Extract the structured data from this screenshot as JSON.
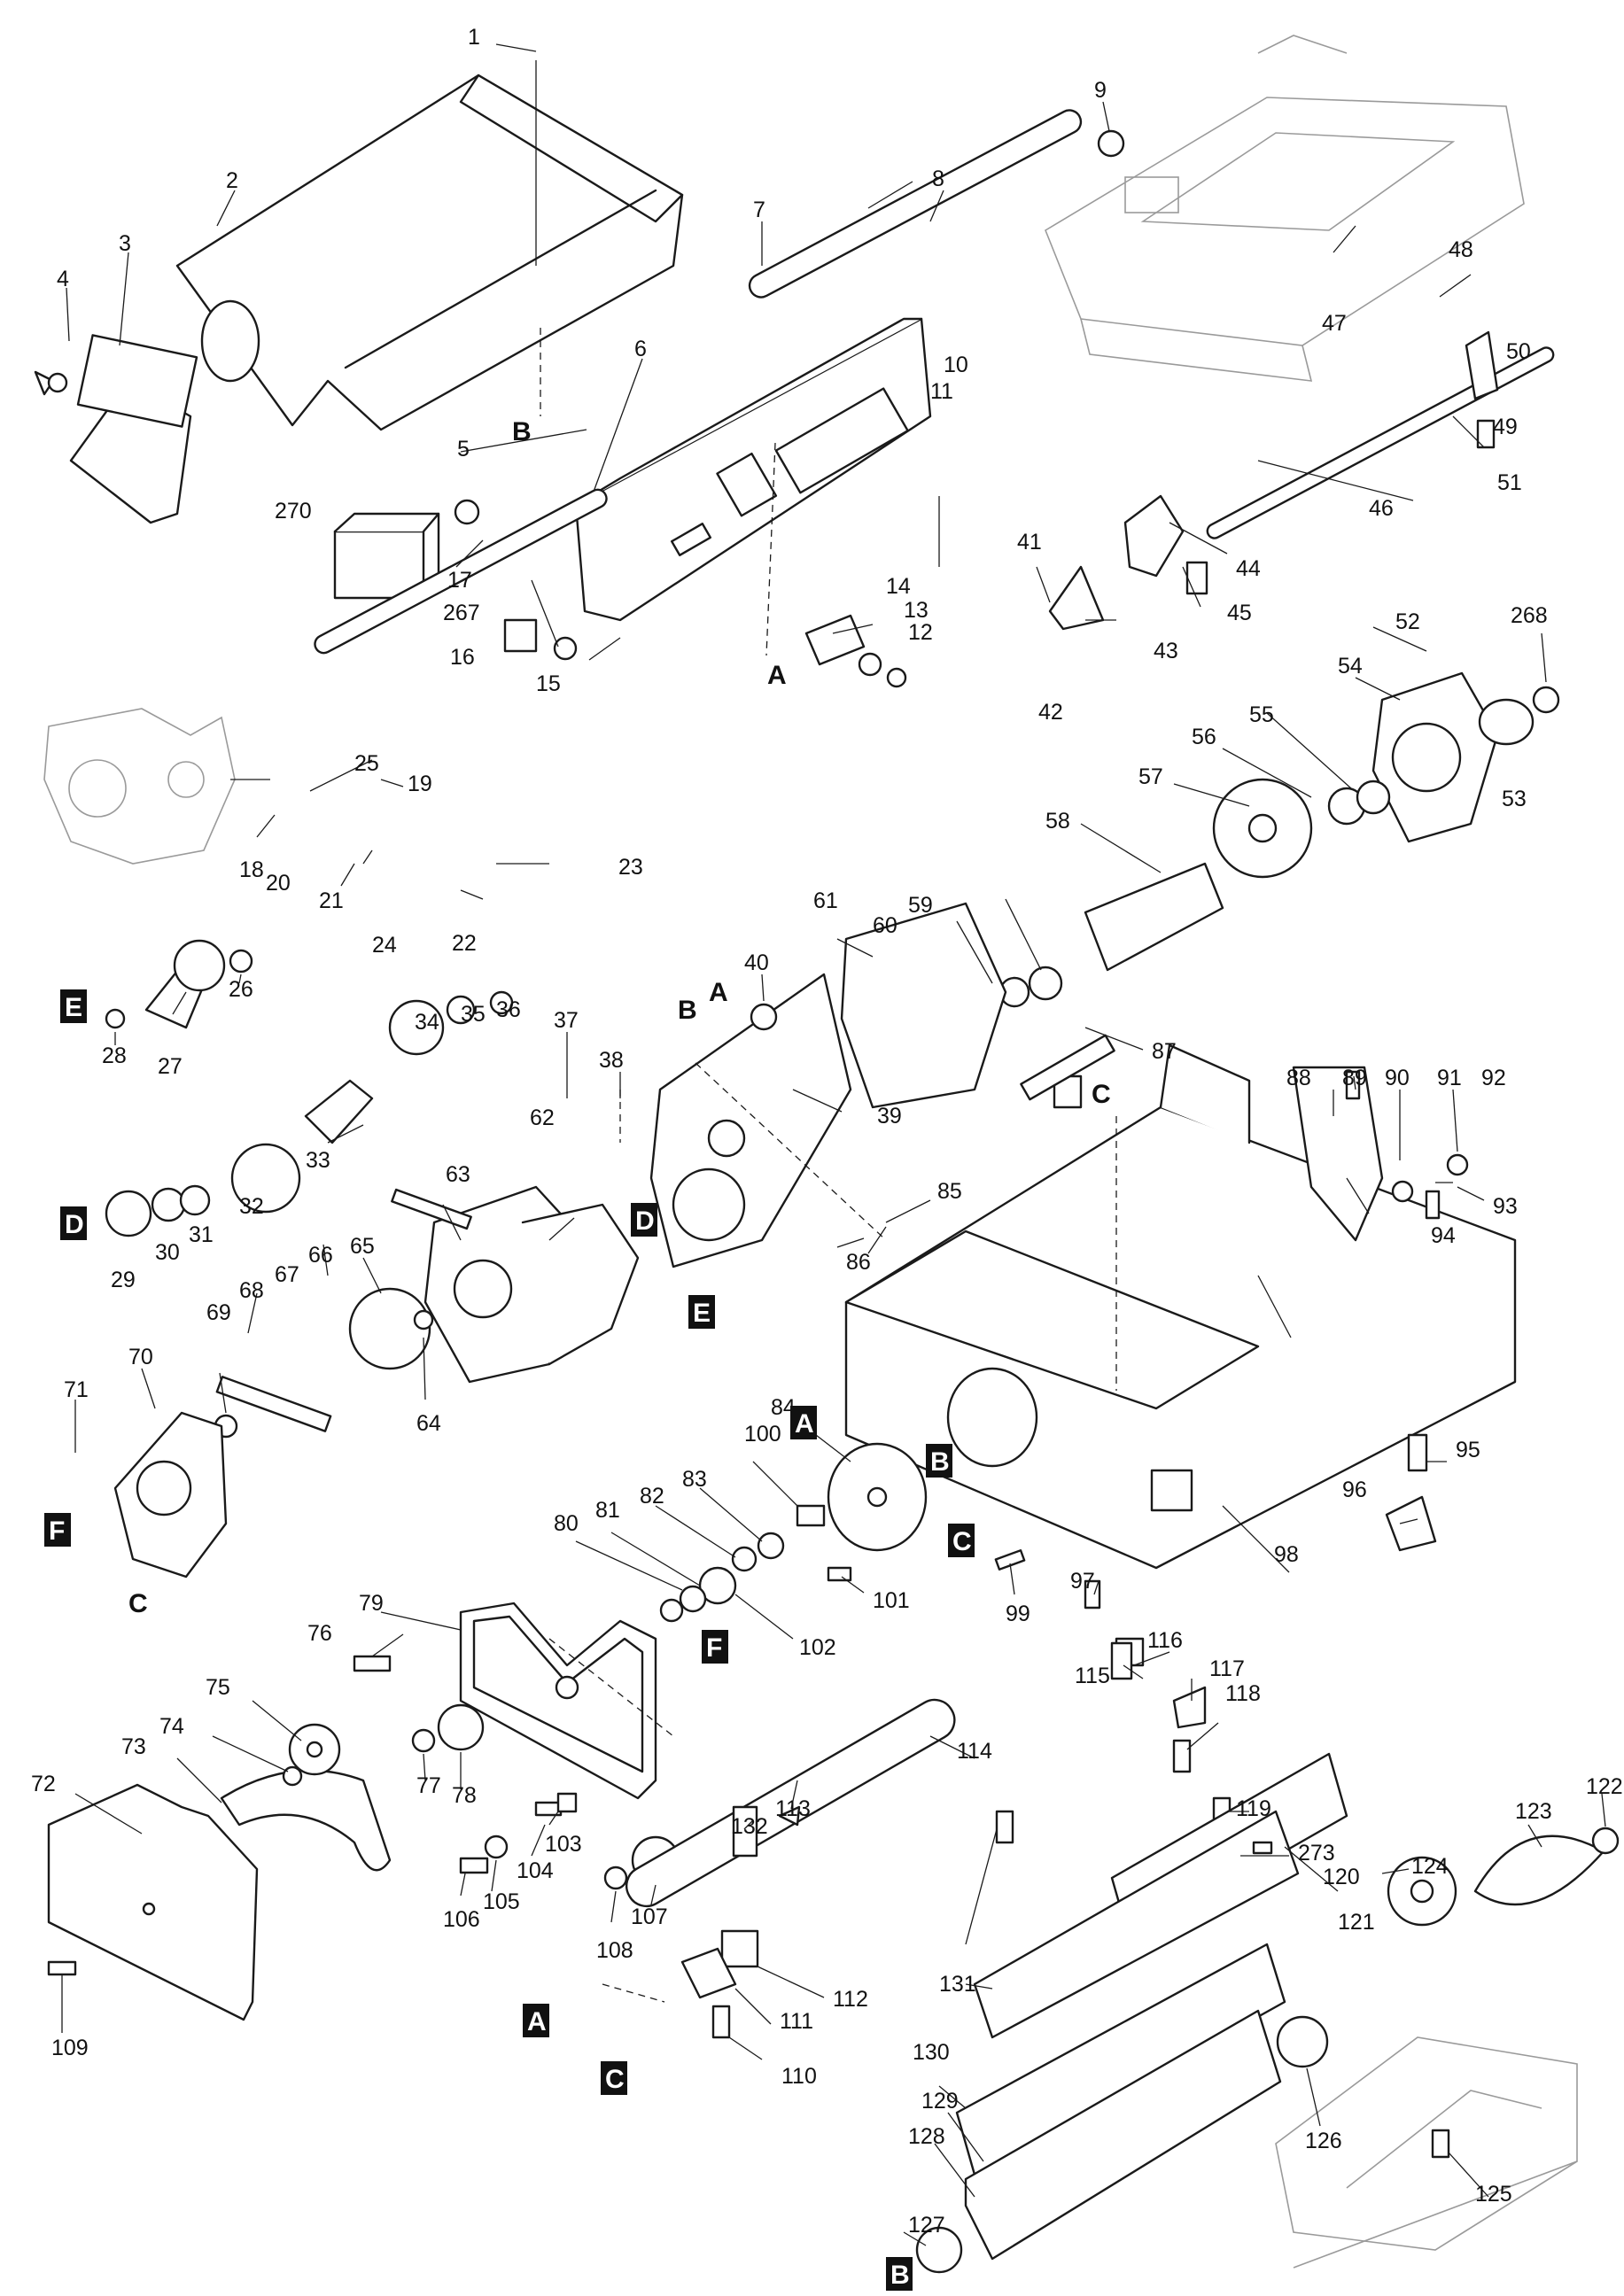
{
  "diagram": {
    "part_numbers": [
      "1",
      "2",
      "3",
      "4",
      "5",
      "6",
      "7",
      "8",
      "9",
      "10",
      "11",
      "12",
      "13",
      "14",
      "15",
      "16",
      "17",
      "18",
      "19",
      "20",
      "21",
      "22",
      "23",
      "24",
      "25",
      "26",
      "27",
      "28",
      "29",
      "30",
      "31",
      "32",
      "33",
      "34",
      "35",
      "36",
      "37",
      "38",
      "39",
      "40",
      "41",
      "42",
      "43",
      "44",
      "45",
      "46",
      "47",
      "48",
      "49",
      "50",
      "51",
      "52",
      "53",
      "54",
      "55",
      "56",
      "57",
      "58",
      "59",
      "60",
      "61",
      "62",
      "63",
      "64",
      "65",
      "66",
      "67",
      "68",
      "69",
      "70",
      "71",
      "72",
      "73",
      "74",
      "75",
      "76",
      "77",
      "78",
      "79",
      "80",
      "81",
      "82",
      "83",
      "84",
      "85",
      "86",
      "87",
      "88",
      "89",
      "90",
      "91",
      "92",
      "93",
      "94",
      "95",
      "96",
      "97",
      "98",
      "99",
      "100",
      "101",
      "102",
      "103",
      "104",
      "105",
      "106",
      "107",
      "108",
      "109",
      "110",
      "111",
      "112",
      "113",
      "114",
      "115",
      "116",
      "117",
      "118",
      "119",
      "120",
      "121",
      "122",
      "123",
      "124",
      "125",
      "126",
      "127",
      "128",
      "129",
      "130",
      "131",
      "132",
      "267",
      "268",
      "270",
      "273"
    ],
    "section_tags": [
      {
        "letter": "B",
        "style": "plain"
      },
      {
        "letter": "A",
        "style": "plain"
      },
      {
        "letter": "E",
        "style": "boxed"
      },
      {
        "letter": "B",
        "style": "plain"
      },
      {
        "letter": "A",
        "style": "plain"
      },
      {
        "letter": "D",
        "style": "boxed"
      },
      {
        "letter": "D",
        "style": "boxed"
      },
      {
        "letter": "E",
        "style": "boxed"
      },
      {
        "letter": "C",
        "style": "plain"
      },
      {
        "letter": "F",
        "style": "boxed"
      },
      {
        "letter": "C",
        "style": "plain"
      },
      {
        "letter": "A",
        "style": "boxed"
      },
      {
        "letter": "B",
        "style": "boxed"
      },
      {
        "letter": "C",
        "style": "boxed"
      },
      {
        "letter": "F",
        "style": "boxed"
      },
      {
        "letter": "A",
        "style": "boxed"
      },
      {
        "letter": "C",
        "style": "boxed"
      },
      {
        "letter": "B",
        "style": "boxed"
      }
    ]
  }
}
